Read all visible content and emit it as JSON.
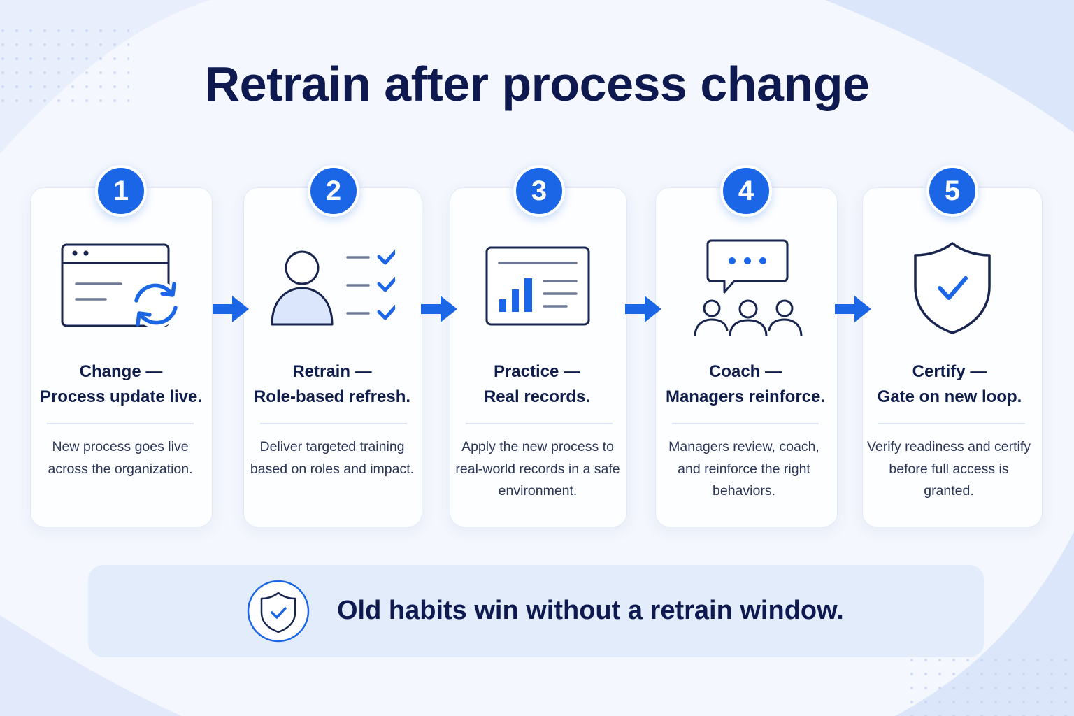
{
  "title": "Retrain after process change",
  "steps": [
    {
      "number": "1",
      "title_line1": "Change —",
      "title_line2": "Process update live.",
      "description": "New process goes live across the organization.",
      "icon": "window-refresh-icon"
    },
    {
      "number": "2",
      "title_line1": "Retrain —",
      "title_line2": "Role-based refresh.",
      "description": "Deliver targeted training based on roles and impact.",
      "icon": "person-checklist-icon"
    },
    {
      "number": "3",
      "title_line1": "Practice —",
      "title_line2": "Real records.",
      "description": "Apply the new process to real-world records in a safe environment.",
      "icon": "dashboard-chart-icon"
    },
    {
      "number": "4",
      "title_line1": "Coach —",
      "title_line2": "Managers reinforce.",
      "description": "Managers review, coach, and reinforce the right behaviors.",
      "icon": "chat-group-icon"
    },
    {
      "number": "5",
      "title_line1": "Certify —",
      "title_line2": "Gate on new loop.",
      "description": "Verify readiness and certify before full access is granted.",
      "icon": "shield-check-icon"
    }
  ],
  "banner": {
    "text": "Old habits win without a retrain window.",
    "icon": "shield-check-icon"
  },
  "colors": {
    "accent": "#1a66e6",
    "navy": "#0e1a4f",
    "background": "#f4f7fd"
  }
}
